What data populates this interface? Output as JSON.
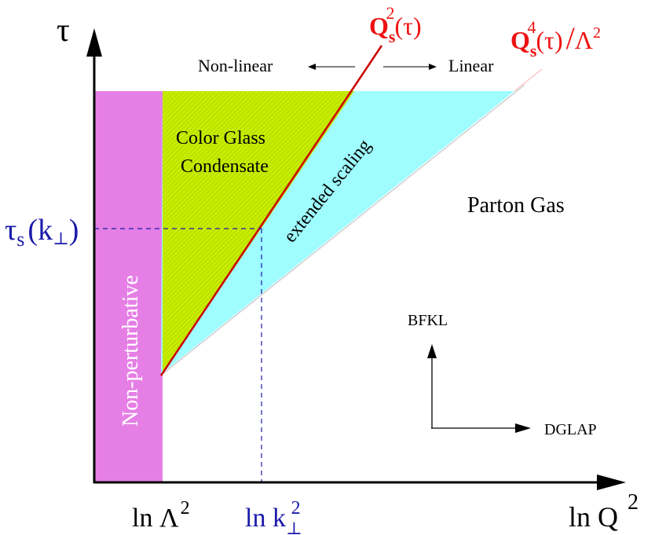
{
  "axes": {
    "y_label": "τ",
    "x_label": "ln Q",
    "x_label_exponent": "2"
  },
  "curves": {
    "saturation": {
      "base": "Q",
      "sub": "s",
      "sup": "2",
      "arg": "(τ)"
    },
    "scaling_boundary": {
      "base": "Q",
      "sub": "s",
      "sup": "4",
      "arg": "(τ)",
      "div": "/",
      "den": "Λ",
      "den_sup": "2"
    }
  },
  "direction": {
    "left_label": "Non-linear",
    "right_label": "Linear"
  },
  "regions": {
    "cgc_line1": "Color Glass",
    "cgc_line2": "Condensate",
    "scaling": "extended scaling",
    "parton": "Parton Gas",
    "nonpert": "Non-perturbative"
  },
  "marker": {
    "tau_base": "τ",
    "tau_sub": "s",
    "tau_arg": "k",
    "tau_arg_sub": "⊥",
    "k_prefix": "ln k",
    "k_sub": "⊥",
    "k_sup": "2"
  },
  "x_ticks": {
    "lambda_prefix": "ln Λ",
    "lambda_sup": "2"
  },
  "evolution": {
    "vertical": "BFKL",
    "horizontal": "DGLAP"
  },
  "colors": {
    "cgc_fill": "#c8ee00",
    "scaling_fill": "#9ffcff",
    "nonpert_fill": "#e57fe5",
    "saturation_line": "#cc0000",
    "curve_label": "#ee1111",
    "marker": "#1a1aaa",
    "axis": "#000000"
  }
}
